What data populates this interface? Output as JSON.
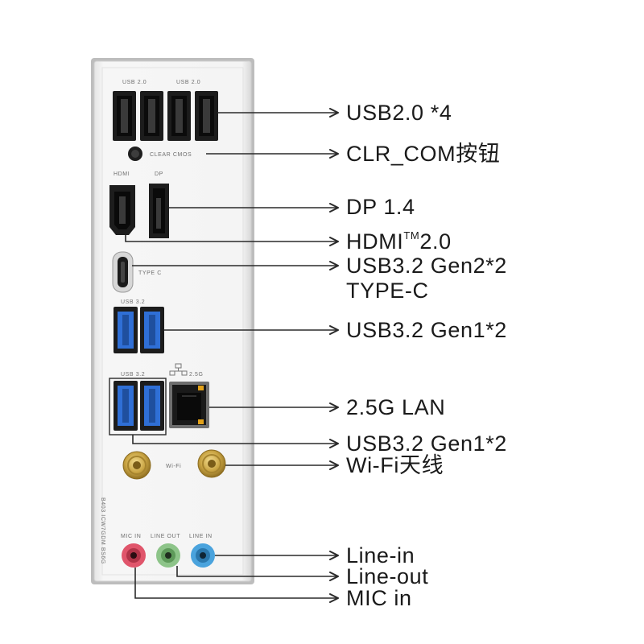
{
  "plate_labels": {
    "usb20_a": "USB 2.0",
    "usb20_b": "USB 2.0",
    "clear_cmos": "CLEAR CMOS",
    "hdmi": "HDMI",
    "dp": "DP",
    "type_c": "TYPE C",
    "usb32_upper": "USB 3.2",
    "usb32_lower": "USB 3.2",
    "lan": "2.5G",
    "wifi": "Wi-Fi",
    "mic_in": "MIC IN",
    "line_out": "LINE OUT",
    "line_in": "LINE IN",
    "vertical_code": "B403 ICW7GDM BS6G"
  },
  "callouts": {
    "usb20": "USB2.0 *4",
    "clr_cmos": "CLR_COM按钮",
    "dp": "DP 1.4",
    "hdmi_prefix": "HDMI",
    "hdmi_tm": "TM",
    "hdmi_suffix": "2.0",
    "typec_line1": "USB3.2 Gen2*2",
    "typec_line2": "TYPE-C",
    "usb32_upper": "USB3.2 Gen1*2",
    "lan": "2.5G LAN",
    "usb32_lower": "USB3.2 Gen1*2",
    "wifi": "Wi-Fi天线",
    "line_in": "Line-in",
    "line_out": "Line-out",
    "mic_in": "MIC in"
  },
  "colors": {
    "usb3_blue": "#2f6fd6",
    "mic_pink": "#e0556b",
    "line_out_green": "#8dc489",
    "line_in_blue": "#4aa3dd",
    "antenna_gold": "#c9a443",
    "lan_amber": "#e3a21a"
  }
}
